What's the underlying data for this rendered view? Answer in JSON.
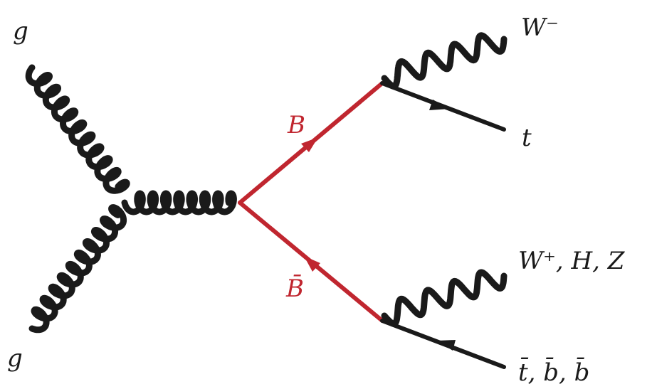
{
  "colors": {
    "ink": "#1a1a1a",
    "vector_like_quark": "#c0262f",
    "background": "#ffffff"
  },
  "particles": {
    "incoming_gluon_top": "g",
    "incoming_gluon_bottom": "g",
    "top_partner": "B",
    "anti_partner": "B̄",
    "upper_boson": "W⁻",
    "upper_fermion": "t",
    "lower_bosons": "W⁺, H, Z",
    "lower_fermions": "t̄, b̄, b̄"
  },
  "propagators": [
    {
      "from": "incoming-top",
      "to": "vertex-left",
      "kind": "gluon"
    },
    {
      "from": "incoming-bottom",
      "to": "vertex-left",
      "kind": "gluon"
    },
    {
      "from": "vertex-left",
      "to": "vertex-center",
      "kind": "gluon"
    },
    {
      "from": "vertex-center",
      "to": "vertex-top",
      "kind": "fermion-red"
    },
    {
      "from": "vertex-bottom",
      "to": "vertex-center",
      "kind": "fermion-red"
    },
    {
      "from": "vertex-top",
      "to": "outgoing-boson-top",
      "kind": "boson"
    },
    {
      "from": "vertex-top",
      "to": "outgoing-fermion-top",
      "kind": "fermion"
    },
    {
      "from": "vertex-bottom",
      "to": "outgoing-boson-bottom",
      "kind": "boson"
    },
    {
      "from": "outgoing-fermion-bottom",
      "to": "vertex-bottom",
      "kind": "fermion"
    }
  ]
}
